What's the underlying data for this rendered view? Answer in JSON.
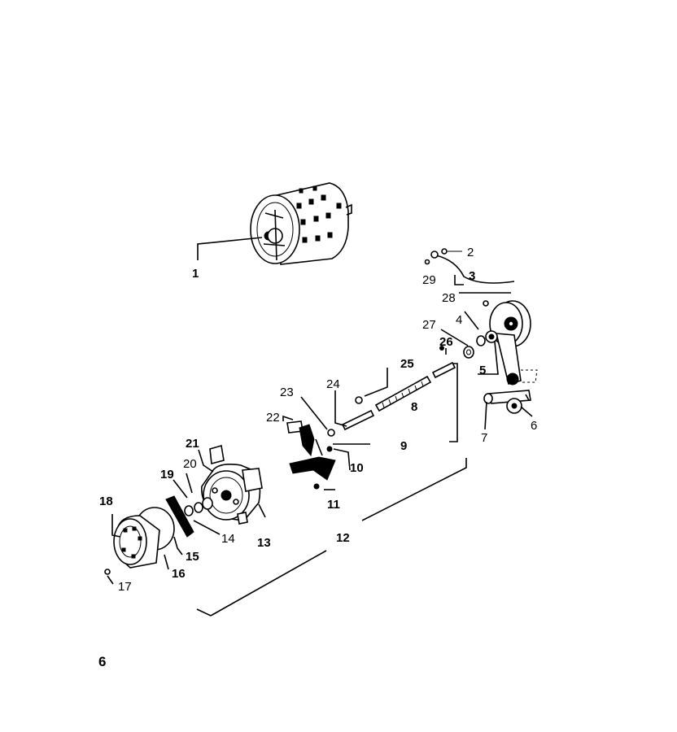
{
  "page_number": "6",
  "callouts": [
    {
      "id": "1",
      "label": "1"
    },
    {
      "id": "2",
      "label": "2"
    },
    {
      "id": "3",
      "label": "3"
    },
    {
      "id": "4",
      "label": "4"
    },
    {
      "id": "5",
      "label": "5"
    },
    {
      "id": "6",
      "label": "6"
    },
    {
      "id": "7",
      "label": "7"
    },
    {
      "id": "8",
      "label": "8"
    },
    {
      "id": "9",
      "label": "9"
    },
    {
      "id": "10",
      "label": "10"
    },
    {
      "id": "11",
      "label": "11"
    },
    {
      "id": "12",
      "label": "12"
    },
    {
      "id": "13",
      "label": "13"
    },
    {
      "id": "14",
      "label": "14"
    },
    {
      "id": "15",
      "label": "15"
    },
    {
      "id": "16",
      "label": "16"
    },
    {
      "id": "17",
      "label": "17"
    },
    {
      "id": "18",
      "label": "18"
    },
    {
      "id": "19",
      "label": "19"
    },
    {
      "id": "20",
      "label": "20"
    },
    {
      "id": "21",
      "label": "21"
    },
    {
      "id": "22",
      "label": "22"
    },
    {
      "id": "23",
      "label": "23"
    },
    {
      "id": "24",
      "label": "24"
    },
    {
      "id": "25",
      "label": "25"
    },
    {
      "id": "26",
      "label": "26"
    },
    {
      "id": "27",
      "label": "27"
    },
    {
      "id": "28",
      "label": "28"
    },
    {
      "id": "29",
      "label": "29"
    }
  ]
}
